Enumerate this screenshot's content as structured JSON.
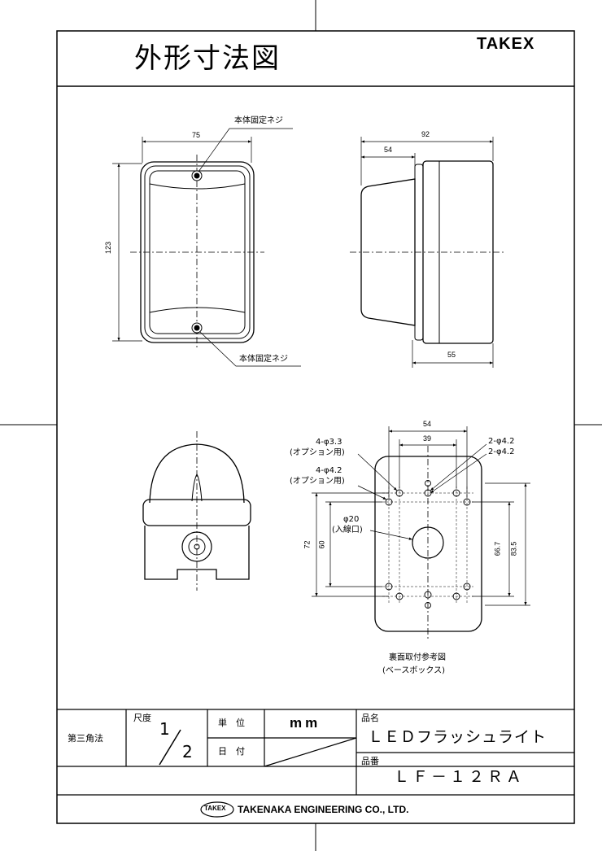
{
  "sheet": {
    "title": "外形寸法図",
    "brand": "TAKEX",
    "footer_logo": "TAKEX",
    "footer_company": "TAKENAKA ENGINEERING CO., LTD."
  },
  "front_view": {
    "dim_width": "75",
    "dim_height": "123",
    "screw_label_top": "本体固定ネジ",
    "screw_label_bottom": "本体固定ネジ"
  },
  "side_view": {
    "dim_total": "92",
    "dim_cover": "54",
    "dim_base": "55"
  },
  "base_view": {
    "hole_a_count": "4-φ3.3",
    "hole_a_note": "(オプション用)",
    "hole_b_count": "4-φ4.2",
    "hole_b_note": "(オプション用)",
    "hole_c1": "2-φ4.2",
    "hole_c2": "2-φ4.2",
    "inlet_size": "φ20",
    "inlet_note": "(入線口)",
    "dim_54": "54",
    "dim_39": "39",
    "dim_72": "72",
    "dim_60": "60",
    "dim_66_7": "66.7",
    "dim_83_5": "83.5",
    "caption_1": "裏面取付参考図",
    "caption_2": "(ベースボックス)"
  },
  "title_block": {
    "projection": "第三角法",
    "scale_label": "尺度",
    "scale_num": "1",
    "scale_den": "2",
    "unit_label": "単　位",
    "unit_value": "mm",
    "date_label": "日　付",
    "product_name_label": "品名",
    "product_name": "ＬＥＤフラッシュライト",
    "product_no_label": "品番",
    "product_no": "ＬＦ－１２ＲＡ"
  }
}
